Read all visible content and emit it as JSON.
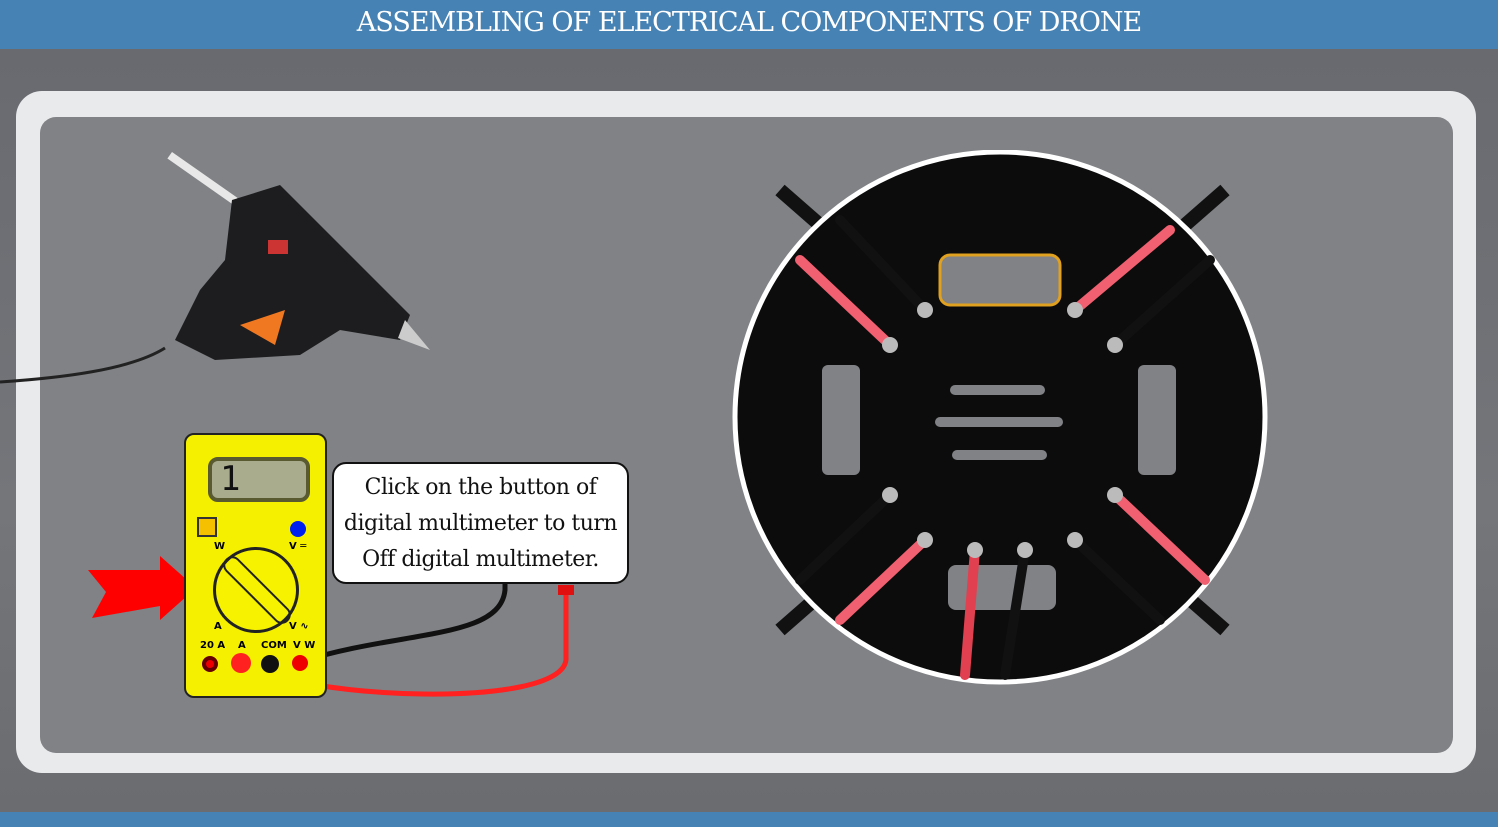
{
  "header": {
    "title": "ASSEMBLING OF ELECTRICAL COMPONENTS OF DRONE"
  },
  "instruction": {
    "text": "Click on the button of digital multimeter to turn Off digital multimeter."
  },
  "multimeter": {
    "display": "1",
    "labels": {
      "w": "W",
      "v_dc": "V ═",
      "a": "A",
      "v_ac": "V ∿",
      "port_20a": "20 A",
      "port_a": "A",
      "port_com": "COM",
      "port_vw": "V W"
    }
  },
  "colors": {
    "header": "#4682b4",
    "multimeter_body": "#f5f000",
    "arrow": "#ff0000",
    "lead_red": "#ff2020"
  }
}
